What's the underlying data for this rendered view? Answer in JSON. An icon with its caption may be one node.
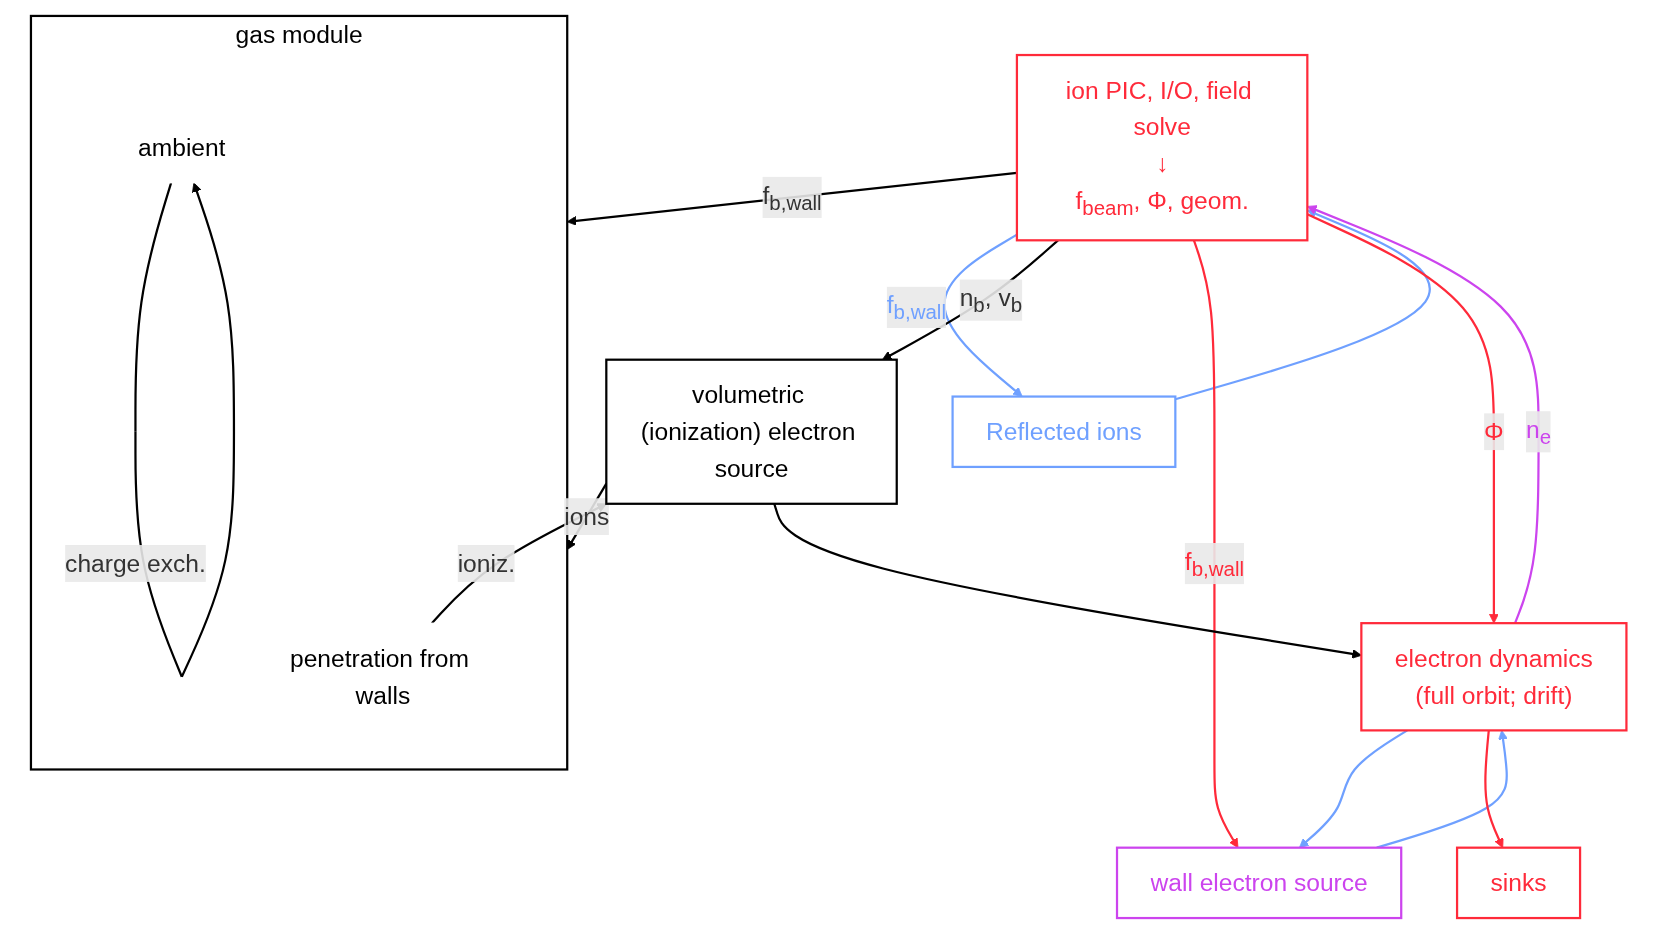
{
  "diagram": {
    "nodes": [
      {
        "text": [
          "ion PIC, I/O, field solve",
          "↓",
          "f$_{beam}$, Φ, geom."
        ]
      },
      {
        "text": [
          "Reflected ions"
        ]
      },
      {
        "text": [
          "gas module"
        ]
      },
      {
        "text": [
          "penetration from walls"
        ],
        "in": 2
      },
      {
        "text": [
          "ambient"
        ],
        "in": 2
      },
      {
        "text": [
          "wall electron source"
        ]
      },
      {
        "text": [
          "volumetric (ionization) electron source"
        ]
      },
      {
        "text": [
          "electron dynamics",
          "(full orbit; drift)"
        ]
      },
      {
        "text": [
          "sinks"
        ]
      }
    ],
    "edges": [
      {
        "from": 0,
        "to": 1,
        "arrow": "to",
        "label": "f$_{b,wall}$",
        "color": "#6fa0ff"
      },
      {
        "from": 1,
        "to": 0,
        "arrow": "to",
        "color": "#6fa0ff"
      },
      {
        "from": 0,
        "to": 2,
        "arrow": "to",
        "label": "f$_{b,wall}$"
      },
      {
        "from": 0,
        "to": 6,
        "arrow": "to",
        "label": "n$_{b}$, v$_{b}$"
      },
      {
        "from": 6,
        "to": 2,
        "arrow": "to",
        "label": "ions"
      },
      {
        "from": 3,
        "to": 6,
        "arrow": "to",
        "label": "ioniz."
      },
      {
        "from": 4,
        "to": 4,
        "arrow": "to",
        "label": "charge exch."
      },
      {
        "from": 0,
        "to": 5,
        "arrow": "to",
        "label": "f$_{b,wall}$",
        "color": "#ff2a3a"
      },
      {
        "from": 0,
        "to": 7,
        "arrow": "to",
        "label": "Φ",
        "color": "#ff2a3a"
      },
      {
        "from": 7,
        "to": 0,
        "arrow": "to",
        "label": "n$_{e}$",
        "color": "#cc44ee"
      },
      {
        "from": 5,
        "to": 7,
        "arrow": "to",
        "color": "#6fa0ff"
      },
      {
        "from": 7,
        "to": 5,
        "arrow": "to",
        "color": "#6fa0ff"
      },
      {
        "from": 6,
        "to": 7,
        "arrow": "to"
      },
      {
        "from": 7,
        "to": 8,
        "arrow": "to",
        "color": "#ff2a3a"
      }
    ]
  }
}
